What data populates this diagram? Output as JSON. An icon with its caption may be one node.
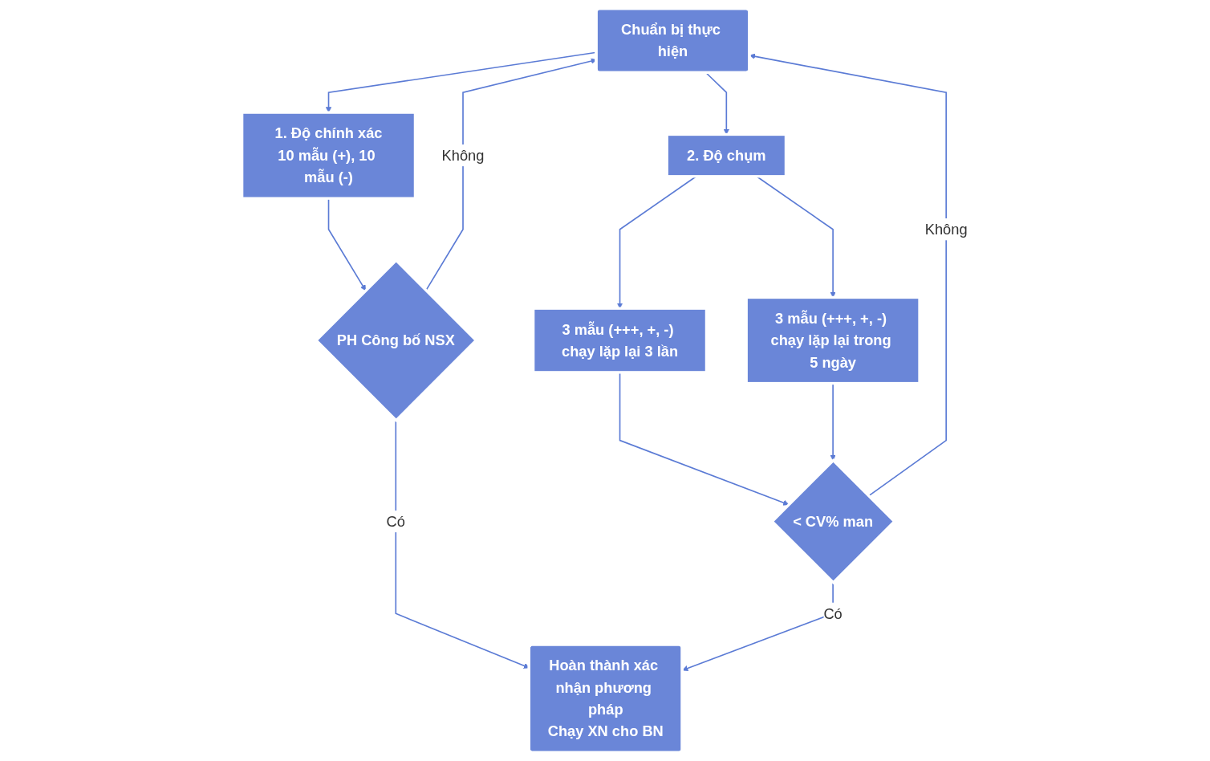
{
  "diagram": {
    "nodes": [
      {
        "text": [
          "Chuẩn bị thực hiện"
        ]
      },
      {
        "text": [
          "1. Độ chính xác",
          "10 mẫu (+), 10 mẫu (-)"
        ]
      },
      {
        "text": [
          "2. Độ chụm"
        ]
      },
      {
        "text": [
          "3 mẫu (+++, +, -) chạy lặp lại 3 lần"
        ]
      },
      {
        "text": [
          "3 mẫu (+++, +, -) chạy lặp lại trong 5 ngày"
        ]
      },
      {
        "text": [
          "PH Công bố NSX"
        ]
      },
      {
        "text": [
          "< CV% man"
        ]
      },
      {
        "text": [
          "Hoàn thành xác nhận phương pháp",
          "Chạy XN cho BN"
        ]
      }
    ],
    "edges": [
      {
        "from": 0,
        "to": 1,
        "arrow": "to"
      },
      {
        "from": 0,
        "to": 2,
        "arrow": "to"
      },
      {
        "from": 1,
        "to": 5,
        "arrow": "to"
      },
      {
        "from": 2,
        "to": 3,
        "arrow": "to"
      },
      {
        "from": 2,
        "to": 4,
        "arrow": "to"
      },
      {
        "from": 3,
        "to": 6,
        "arrow": "to"
      },
      {
        "from": 4,
        "to": 6,
        "arrow": "to"
      },
      {
        "from": 5,
        "to": 0,
        "arrow": "to",
        "label": "Không"
      },
      {
        "from": 6,
        "to": 0,
        "arrow": "to",
        "label": "Không"
      },
      {
        "from": 5,
        "to": 7,
        "arrow": "to",
        "label": "Có"
      },
      {
        "from": 6,
        "to": 7,
        "arrow": "to",
        "label": "Có"
      }
    ]
  }
}
